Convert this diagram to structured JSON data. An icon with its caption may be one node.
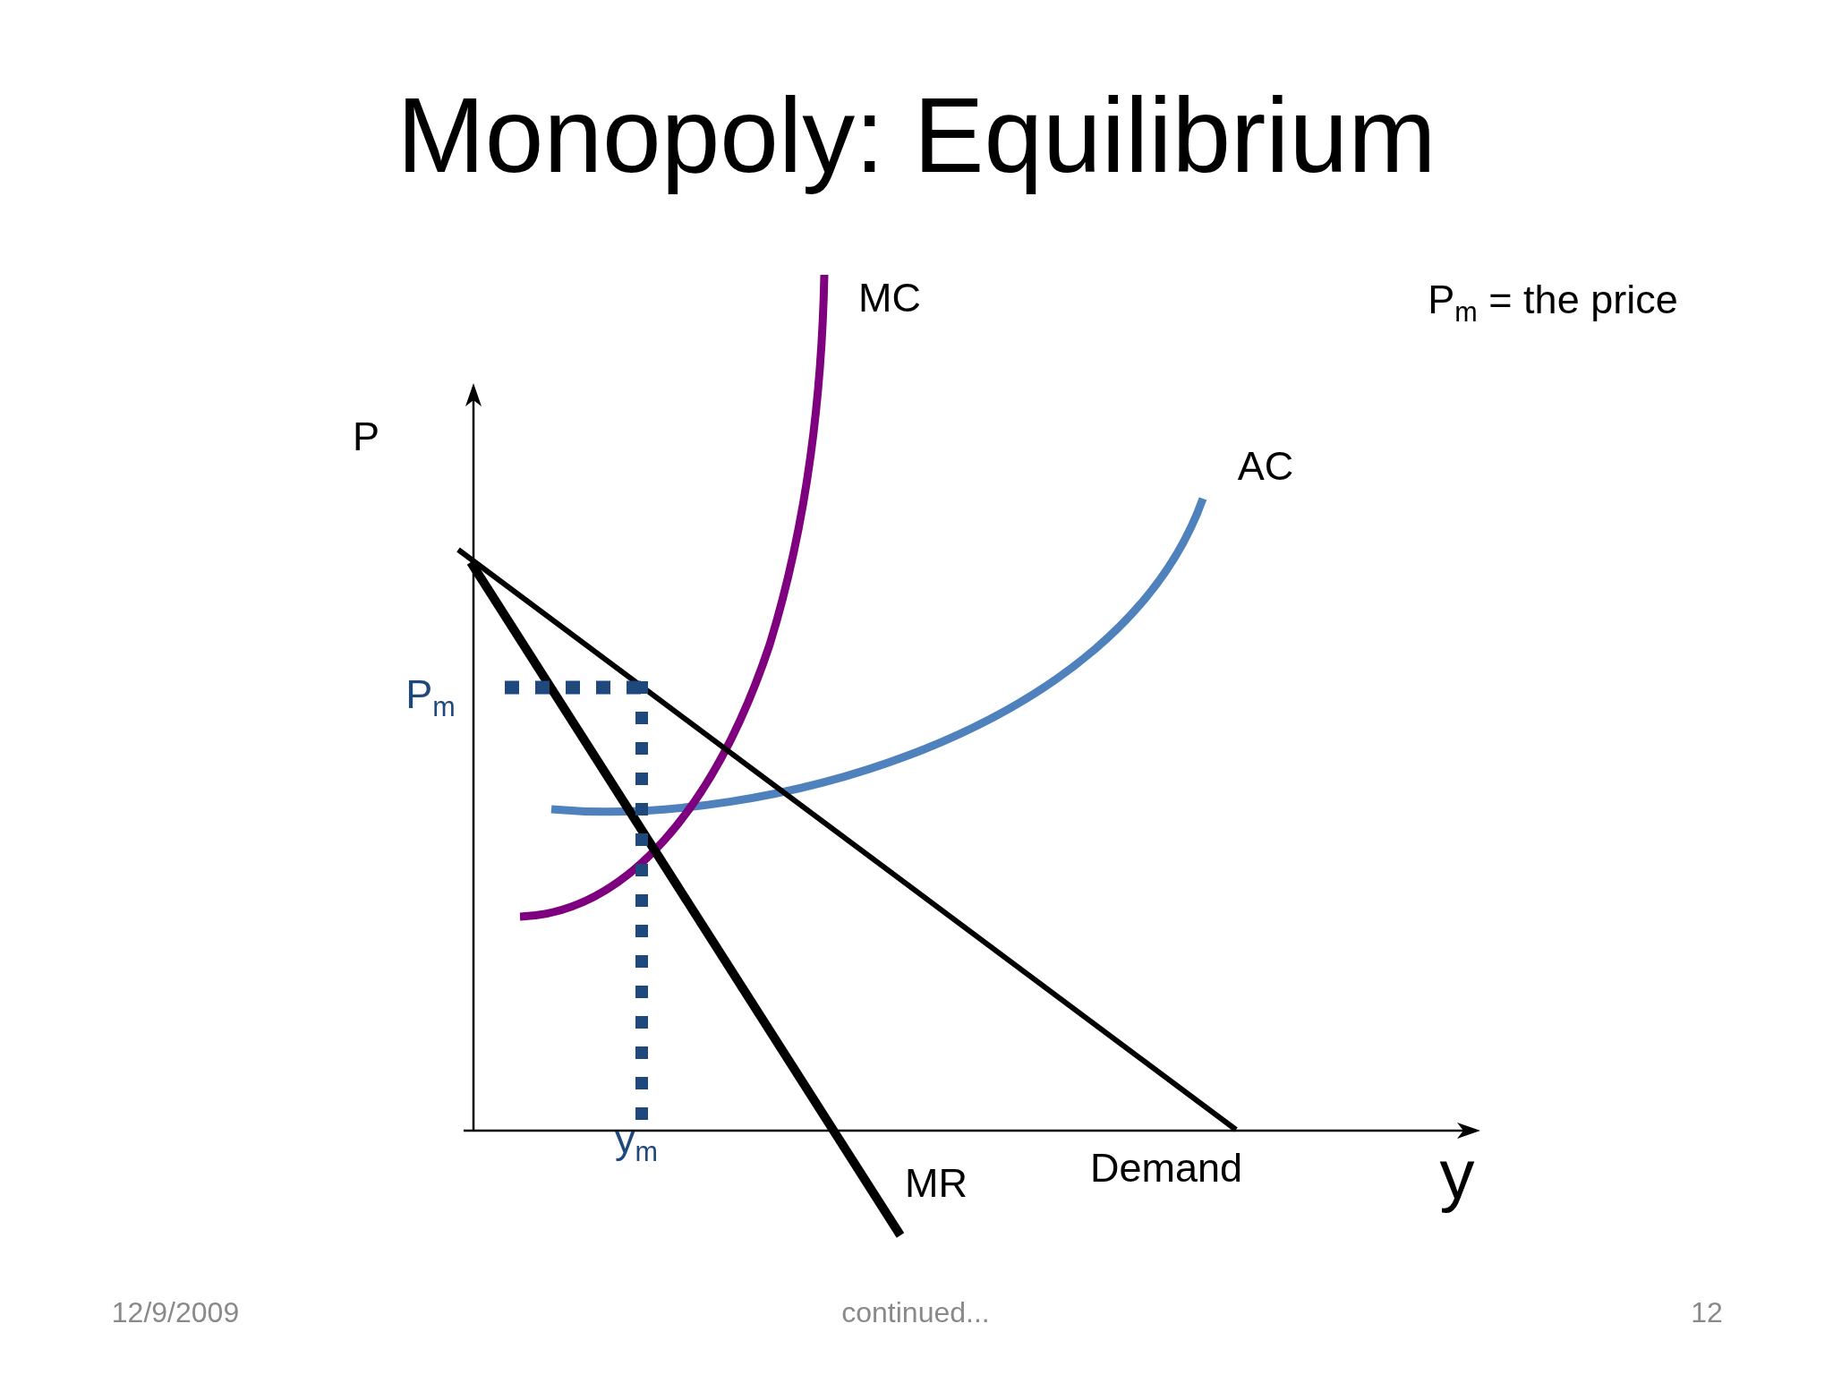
{
  "diagram": {
    "title": "Monopoly: Equilibrium",
    "labels": [
      "MC",
      "P$_{m}$ = the price",
      "P",
      "AC",
      "P$_{m}$",
      "y$_{m}$",
      "MR",
      "Demand",
      "y",
      "12/9/2009",
      "continued...",
      "12"
    ]
  }
}
